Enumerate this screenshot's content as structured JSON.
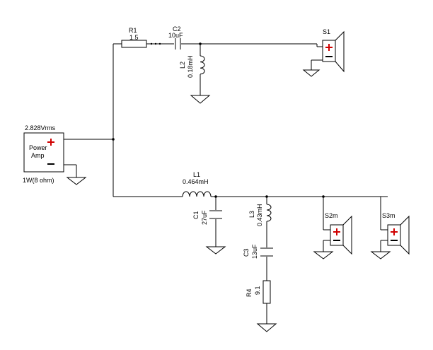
{
  "components": {
    "r1": {
      "ref": "R1",
      "value": "1.5"
    },
    "c2": {
      "ref": "C2",
      "value": "10uF"
    },
    "l2": {
      "ref": "L2",
      "value": "0.18mH"
    },
    "s1": {
      "ref": "S1"
    },
    "amp": {
      "label_line1": "Power",
      "label_line2": "Amp",
      "voltage": "2.828Vrms",
      "rating": "1W(8 ohm)"
    },
    "l1": {
      "ref": "L1",
      "value": "0.464mH"
    },
    "c1": {
      "ref": "C1",
      "value": "27uF"
    },
    "l3": {
      "ref": "L3",
      "value": "0.43mH"
    },
    "c3": {
      "ref": "C3",
      "value": "13uF"
    },
    "r4": {
      "ref": "R4",
      "value": "9.1"
    },
    "s2m": {
      "ref": "S2m"
    },
    "s3m": {
      "ref": "S3m"
    }
  },
  "symbols": {
    "plus": "+",
    "minus": "−"
  },
  "colors": {
    "plus_sign": "#d00000",
    "wire": "#000000"
  }
}
